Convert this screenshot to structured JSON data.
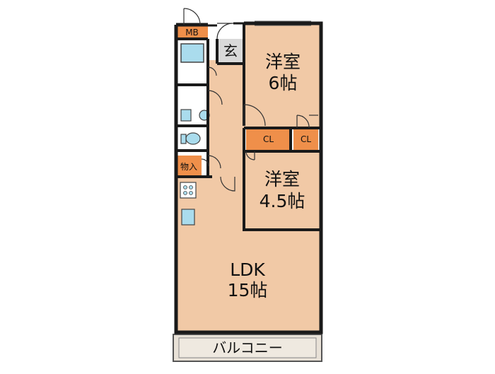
{
  "floorplan": {
    "rooms": {
      "bedroom_6": {
        "name": "洋室",
        "size": "6帖"
      },
      "bedroom_45": {
        "name": "洋室",
        "size": "4.5帖"
      },
      "ldk": {
        "name": "LDK",
        "size": "15帖"
      }
    },
    "labels": {
      "mb": "MB",
      "entrance": "玄",
      "closet_left": "CL",
      "closet_right": "CL",
      "storage": "物入",
      "balcony": "バルコニー"
    },
    "colors": {
      "room_floor": "#f1c9a6",
      "storage": "#ef8f4a",
      "wet_area": "#ffffff",
      "fixture": "#aadced",
      "wall": "#1a1a1a",
      "balcony": "#e8e1d7",
      "entrance": "#d9d9d9"
    }
  }
}
